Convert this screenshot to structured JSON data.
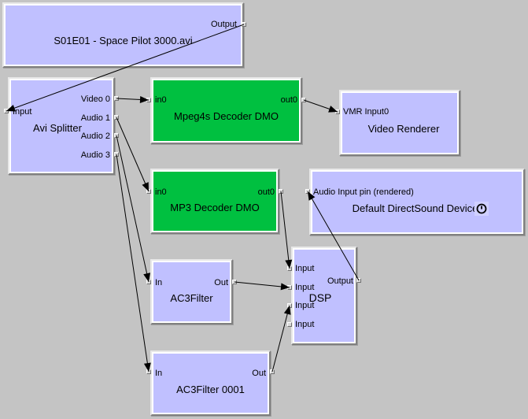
{
  "graph": {
    "colors": {
      "background": "#c4c4c4",
      "filter": "#c0c0ff",
      "dmo": "#00c040",
      "wire": "#000000"
    },
    "nodes": {
      "source": {
        "title": "S01E01 - Space Pilot 3000.avi",
        "pins": {
          "output": "Output"
        }
      },
      "splitter": {
        "title": "Avi Splitter",
        "pins": {
          "input": "Input",
          "video0": "Video 0",
          "audio1": "Audio 1",
          "audio2": "Audio 2",
          "audio3": "Audio 3"
        }
      },
      "mpeg4": {
        "title": "Mpeg4s Decoder DMO",
        "pins": {
          "in0": "in0",
          "out0": "out0"
        }
      },
      "video_renderer": {
        "title": "Video Renderer",
        "pins": {
          "input": "VMR Input0"
        }
      },
      "mp3": {
        "title": "MP3 Decoder DMO",
        "pins": {
          "in0": "in0",
          "out0": "out0"
        }
      },
      "dsound": {
        "title": "Default DirectSound Device",
        "icon": "clock-icon",
        "pins": {
          "input": "Audio Input pin (rendered)"
        }
      },
      "ac3": {
        "title": "AC3Filter",
        "pins": {
          "in": "In",
          "out": "Out"
        }
      },
      "dsp": {
        "title": "DSP",
        "pins": {
          "input1": "Input",
          "input2": "Input",
          "input3": "Input",
          "input4": "Input",
          "output": "Output"
        }
      },
      "ac3_0001": {
        "title": "AC3Filter 0001",
        "pins": {
          "in": "In",
          "out": "Out"
        }
      }
    },
    "connections": [
      {
        "from": "source.output",
        "to": "splitter.input"
      },
      {
        "from": "splitter.video0",
        "to": "mpeg4.in0"
      },
      {
        "from": "mpeg4.out0",
        "to": "video_renderer.input"
      },
      {
        "from": "splitter.audio1",
        "to": "mp3.in0"
      },
      {
        "from": "splitter.audio2",
        "to": "ac3.in"
      },
      {
        "from": "splitter.audio3",
        "to": "ac3_0001.in"
      },
      {
        "from": "mp3.out0",
        "to": "dsp.input1"
      },
      {
        "from": "ac3.out",
        "to": "dsp.input2"
      },
      {
        "from": "ac3_0001.out",
        "to": "dsp.input3"
      },
      {
        "from": "dsp.output",
        "to": "dsound.input"
      }
    ]
  }
}
